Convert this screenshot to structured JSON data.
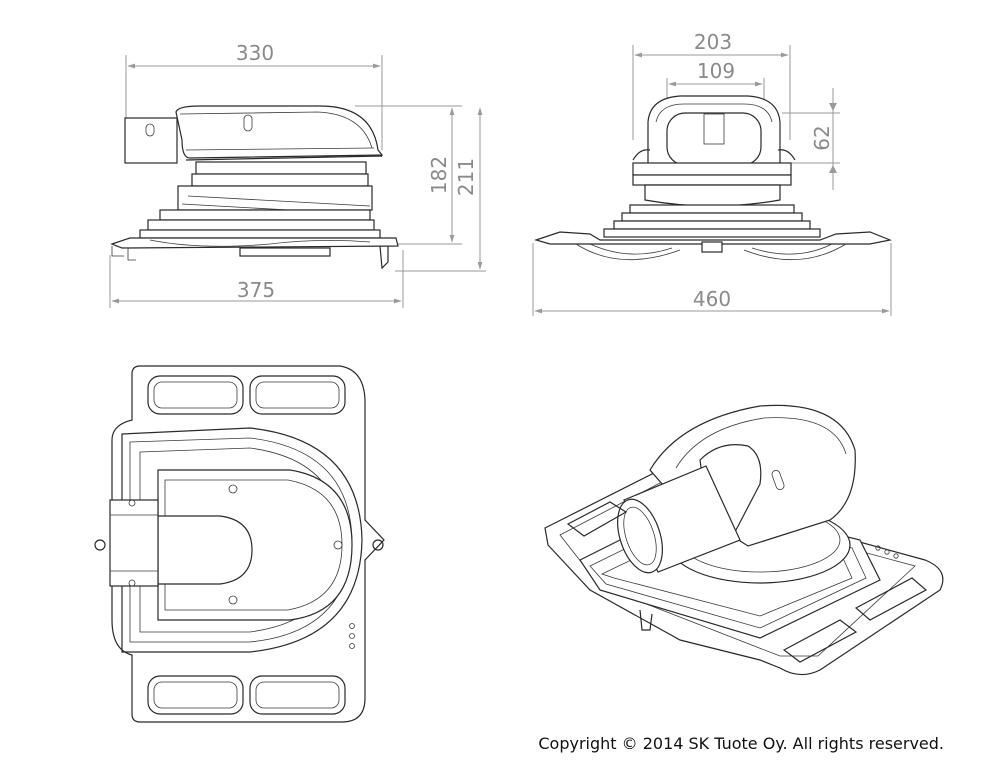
{
  "dimensions": {
    "side_top_width": "330",
    "side_bottom_width": "375",
    "side_height_inner": "182",
    "side_height_outer": "211",
    "front_top_width": "203",
    "front_inner_width": "109",
    "front_height": "62",
    "front_bottom_width": "460"
  },
  "footer": {
    "copyright": "Copyright © 2014 SK Tuote Oy. All rights reserved."
  },
  "colors": {
    "line": "#2a2a2a",
    "dimension": "#8a8a8a"
  }
}
